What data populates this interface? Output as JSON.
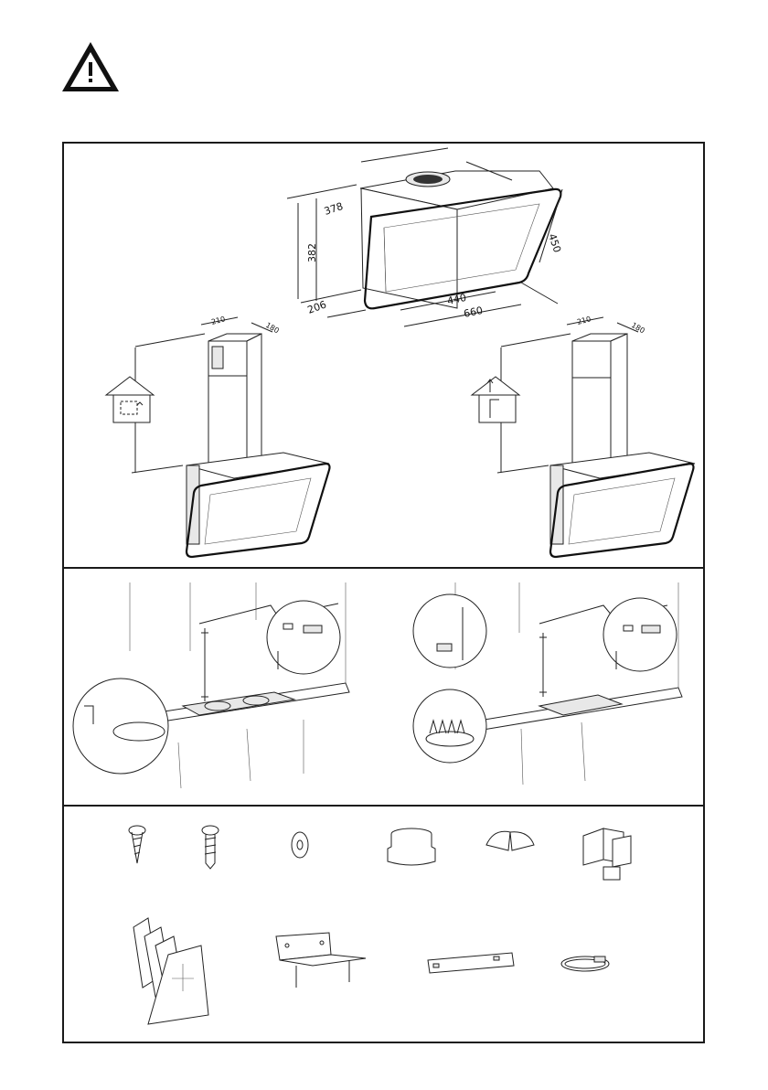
{
  "warning": {
    "icon": "warning-triangle-icon"
  },
  "hood_dimensions": {
    "width_top": "378",
    "height_body": "382",
    "depth": "206",
    "inner_width": "440",
    "total_width": "660",
    "glass_height": "450"
  },
  "chimney_left": {
    "width": "210",
    "depth": "180",
    "mode_icon": "house-recirculation-icon"
  },
  "chimney_right": {
    "width": "210",
    "depth": "180",
    "mode_icon": "house-exhaust-icon"
  },
  "installation": {
    "left_scene": "electric-hob-installation",
    "right_scene": "gas-hob-installation"
  },
  "parts": [
    "screw-flat-head-icon",
    "screw-round-head-icon",
    "washer-icon",
    "reduction-flange-icon",
    "valve-flaps-icon",
    "chimney-bracket-icon",
    "instruction-booklet-icon",
    "wall-bracket-icon",
    "hanging-plate-icon",
    "hose-clamp-icon"
  ]
}
